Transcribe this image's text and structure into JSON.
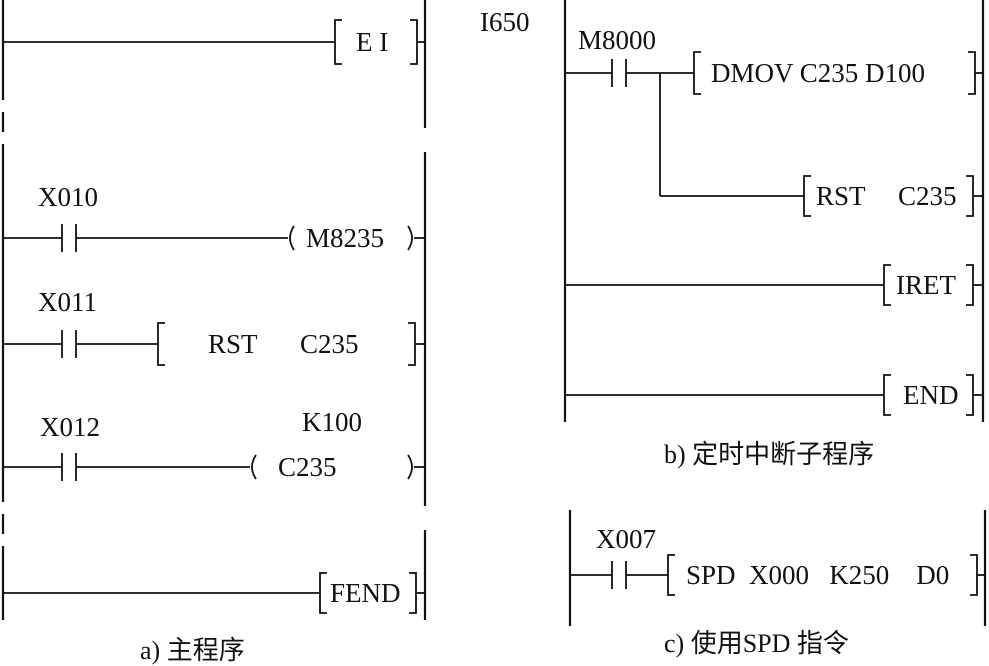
{
  "main_program": {
    "caption": "a) 主程序",
    "rung_ei": {
      "instruction": "E I"
    },
    "rung_1": {
      "contact": "X010",
      "coil": "M8235"
    },
    "rung_2": {
      "contact": "X011",
      "op": "RST",
      "operand": "C235"
    },
    "rung_3": {
      "contact": "X012",
      "preset": "K100",
      "coil": "C235"
    },
    "rung_fend": {
      "instruction": "FEND"
    }
  },
  "interrupt_routine": {
    "caption": "b) 定时中断子程序",
    "pointer": "I650",
    "contact": "M8000",
    "dmov": "DMOV C235  D100",
    "rst_op": "RST",
    "rst_operand": "C235",
    "iret": "IRET",
    "end": "END"
  },
  "spd_example": {
    "caption": "c) 使用SPD 指令",
    "contact": "X007",
    "instruction": "SPD  X000   K250    D0"
  }
}
